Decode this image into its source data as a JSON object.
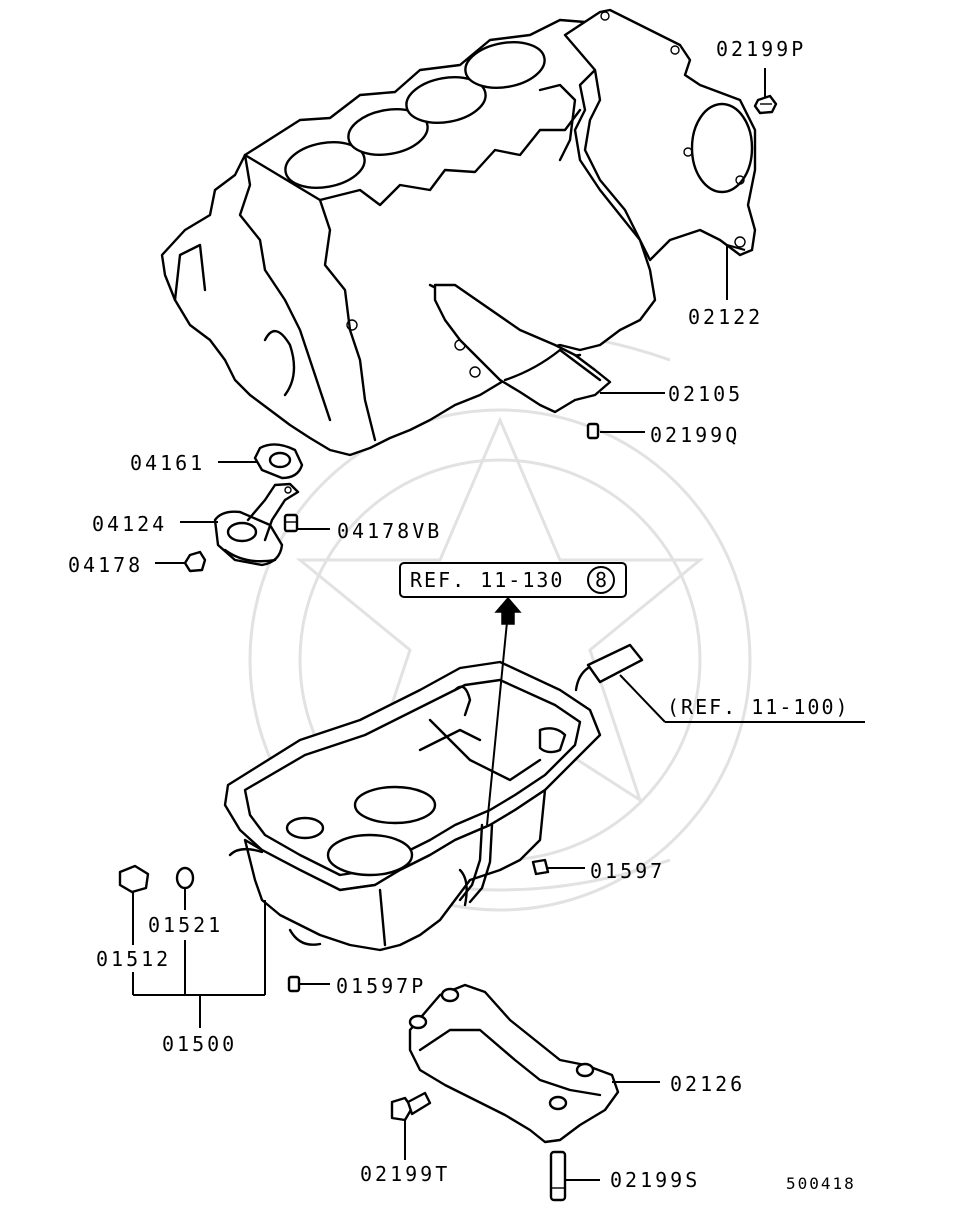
{
  "labels": {
    "p02199P": "02199P",
    "p02122": "02122",
    "p02105": "02105",
    "p02199Q": "02199Q",
    "p04161": "04161",
    "p04124": "04124",
    "p04178VB": "04178VB",
    "p04178": "04178",
    "ref130": "REF. 11-130",
    "ref130_num": "8",
    "ref100": "(REF. 11-100)",
    "p01597": "01597",
    "p01521": "01521",
    "p01512": "01512",
    "p01597P": "01597P",
    "p01500": "01500",
    "p02126": "02126",
    "p02199T": "02199T",
    "p02199S": "02199S",
    "figure_no": "500418"
  }
}
